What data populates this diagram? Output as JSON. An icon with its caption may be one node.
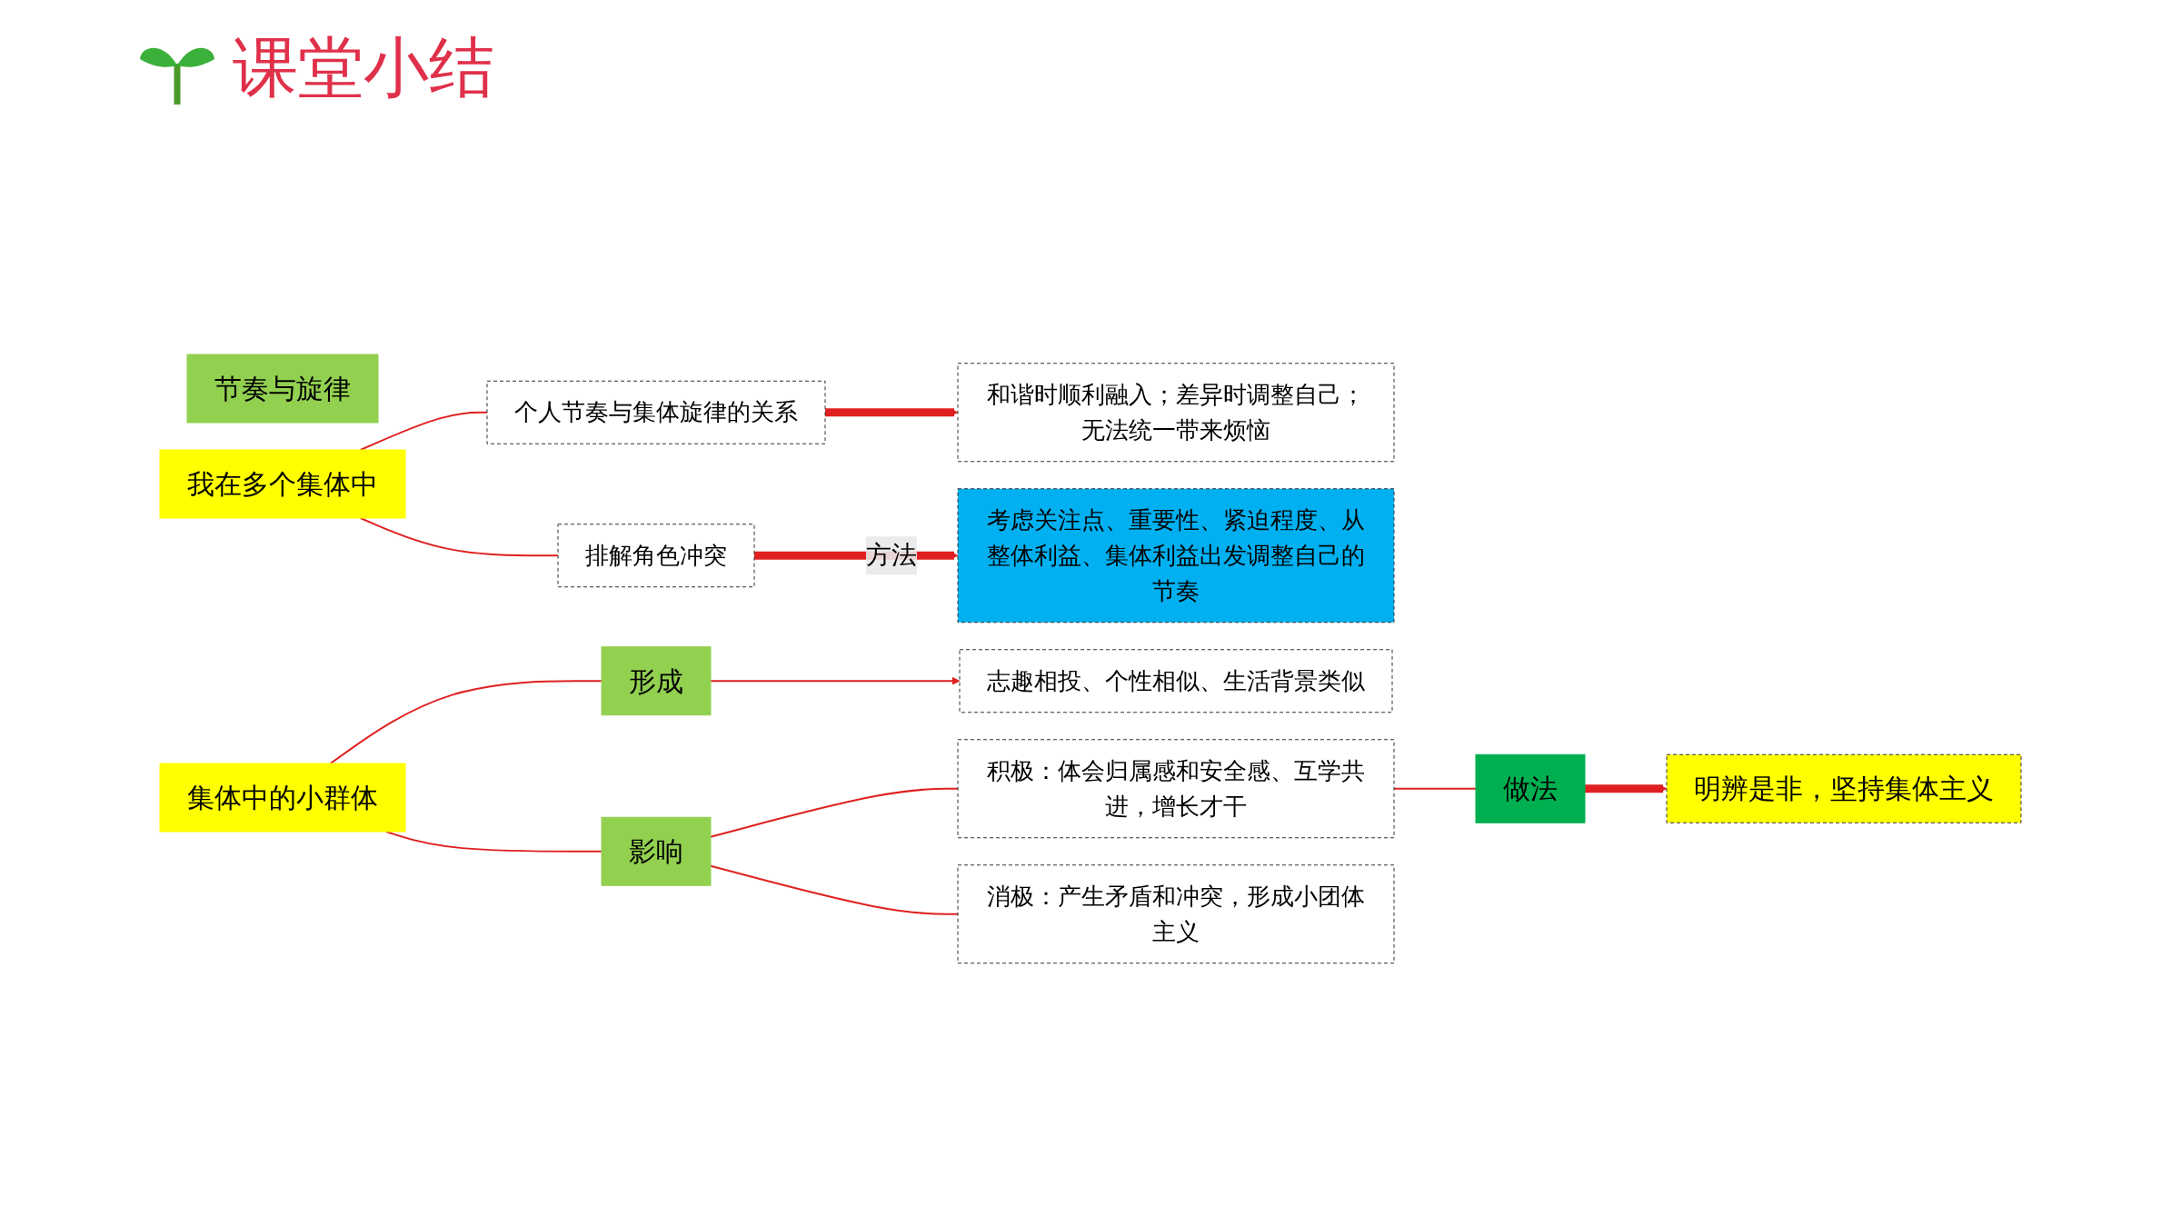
{
  "diagram": {
    "title": "课堂小结",
    "nodes": [
      {
        "text": [
          "节奏与旋律"
        ]
      },
      {
        "text": [
          "我在多个集体中"
        ]
      },
      {
        "text": [
          "个人节奏与集体旋律的关系"
        ]
      },
      {
        "text": [
          "和谐时顺利融入；差异时调整自己；无法统一带来烦恼"
        ]
      },
      {
        "text": [
          "排解角色冲突"
        ]
      },
      {
        "text": [
          "考虑关注点、重要性、紧迫程度、从整体利益、集体利益出发调整自己的节奏"
        ]
      },
      {
        "text": [
          "集体中的小群体"
        ]
      },
      {
        "text": [
          "形成"
        ]
      },
      {
        "text": [
          "志趣相投、个性相似、生活背景类似"
        ]
      },
      {
        "text": [
          "影响"
        ]
      },
      {
        "text": [
          "积极：体会归属感和安全感、互学共进，增长才干"
        ]
      },
      {
        "text": [
          "消极：产生矛盾和冲突，形成小团体主义"
        ]
      },
      {
        "text": [
          "做法"
        ]
      },
      {
        "text": [
          "明辨是非，坚持集体主义"
        ]
      }
    ],
    "edges": [
      {
        "from": 1,
        "to": 2,
        "arrow": "none"
      },
      {
        "from": 1,
        "to": 4,
        "arrow": "none"
      },
      {
        "from": 2,
        "to": 3,
        "arrow": "to",
        "style": "thick"
      },
      {
        "from": 4,
        "to": 5,
        "arrow": "to",
        "style": "thick",
        "label": "方法"
      },
      {
        "from": 6,
        "to": 7,
        "arrow": "none"
      },
      {
        "from": 6,
        "to": 9,
        "arrow": "none"
      },
      {
        "from": 7,
        "to": 8,
        "arrow": "to"
      },
      {
        "from": 9,
        "to": 10,
        "arrow": "none"
      },
      {
        "from": 9,
        "to": 11,
        "arrow": "none"
      },
      {
        "from": 10,
        "to": 12,
        "arrow": "none"
      },
      {
        "from": 12,
        "to": 13,
        "arrow": "to",
        "style": "thick"
      }
    ]
  }
}
